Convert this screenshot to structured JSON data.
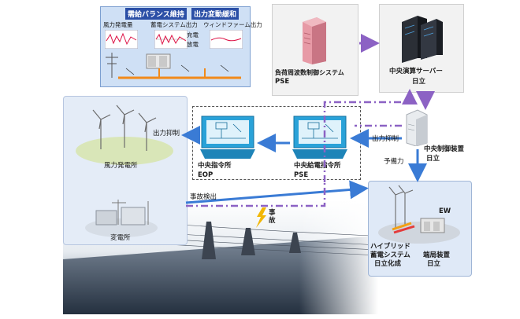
{
  "top_panel": {
    "header_left": "需給バランス維持",
    "header_right": "出力変動緩和",
    "chart_wind": "風力発電量",
    "chart_storage": "蓄電システム出力",
    "chart_windfarm": "ウィンドファーム出力",
    "charge": "充電",
    "discharge": "放電"
  },
  "load_control": {
    "title": "負荷周波数制御システム",
    "vendor": "PSE"
  },
  "central_server": {
    "title": "中央演算サーバー",
    "vendor": "日立"
  },
  "wind_plant": {
    "title": "風力発電所"
  },
  "substation": {
    "title": "変電所"
  },
  "eop": {
    "title": "中央指令所",
    "vendor": "EOP"
  },
  "pse": {
    "title": "中央給電指令所",
    "vendor": "PSE"
  },
  "central_control": {
    "title": "中央制御装置",
    "vendor": "日立"
  },
  "ew": {
    "tag": "EW",
    "battery_title_1": "ハイブリッド",
    "battery_title_2": "蓄電システム",
    "battery_vendor": "日立化成",
    "terminal_title": "端局装置",
    "terminal_vendor": "日立"
  },
  "flows": {
    "output_limit_left": "出力抑制",
    "output_limit_right": "出力抑制",
    "reserve": "予備力",
    "fault_detect": "事故検出",
    "accident": "事\n故"
  }
}
